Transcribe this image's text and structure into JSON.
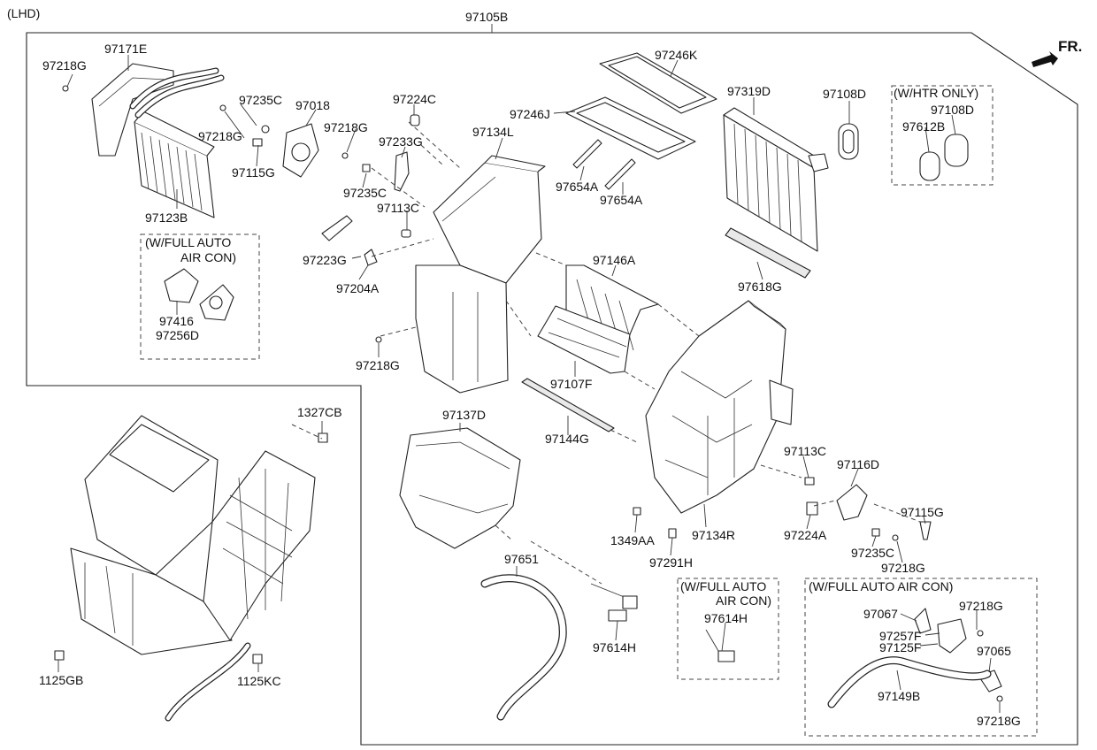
{
  "header": {
    "variant": "(LHD)",
    "assembly": "97105B",
    "direction": "FR."
  },
  "option_boxes": {
    "full_auto_top": [
      "(W/FULL AUTO",
      "AIR CON)"
    ],
    "htr_only": "(W/HTR ONLY)",
    "full_auto_mid": [
      "(W/FULL AUTO",
      "AIR CON)"
    ],
    "full_auto_bottom": "(W/FULL AUTO AIR CON)"
  },
  "parts": {
    "p97171E": "97171E",
    "p97218G_a": "97218G",
    "p97235C_a": "97235C",
    "p97018": "97018",
    "p97218G_b": "97218G",
    "p97115G_a": "97115G",
    "p97123B": "97123B",
    "p97224C": "97224C",
    "p97218G_c": "97218G",
    "p97233G": "97233G",
    "p97235C_b": "97235C",
    "p97113C_a": "97113C",
    "p97134L": "97134L",
    "p97246K": "97246K",
    "p97246J": "97246J",
    "p97654A_a": "97654A",
    "p97654A_b": "97654A",
    "p97319D": "97319D",
    "p97108D_a": "97108D",
    "p97108D_b": "97108D",
    "p97612B": "97612B",
    "p97223G": "97223G",
    "p97204A": "97204A",
    "p97416": "97416",
    "p97256D": "97256D",
    "p97146A": "97146A",
    "p97618G": "97618G",
    "p97218G_d": "97218G",
    "p97107F": "97107F",
    "p1327CB": "1327CB",
    "p97137D": "97137D",
    "p97144G": "97144G",
    "p97113C_b": "97113C",
    "p97116D": "97116D",
    "p97115G_b": "97115G",
    "p1349AA": "1349AA",
    "p97134R": "97134R",
    "p97224A": "97224A",
    "p97235C_c": "97235C",
    "p97218G_e": "97218G",
    "p97291H": "97291H",
    "p97651": "97651",
    "p97614H_a": "97614H",
    "p97614H_b": "97614H",
    "p97067": "97067",
    "p97218G_f": "97218G",
    "p97257F": "97257F",
    "p97125F": "97125F",
    "p97065": "97065",
    "p97149B": "97149B",
    "p97218G_g": "97218G",
    "p1125GB": "1125GB",
    "p1125KC": "1125KC"
  }
}
